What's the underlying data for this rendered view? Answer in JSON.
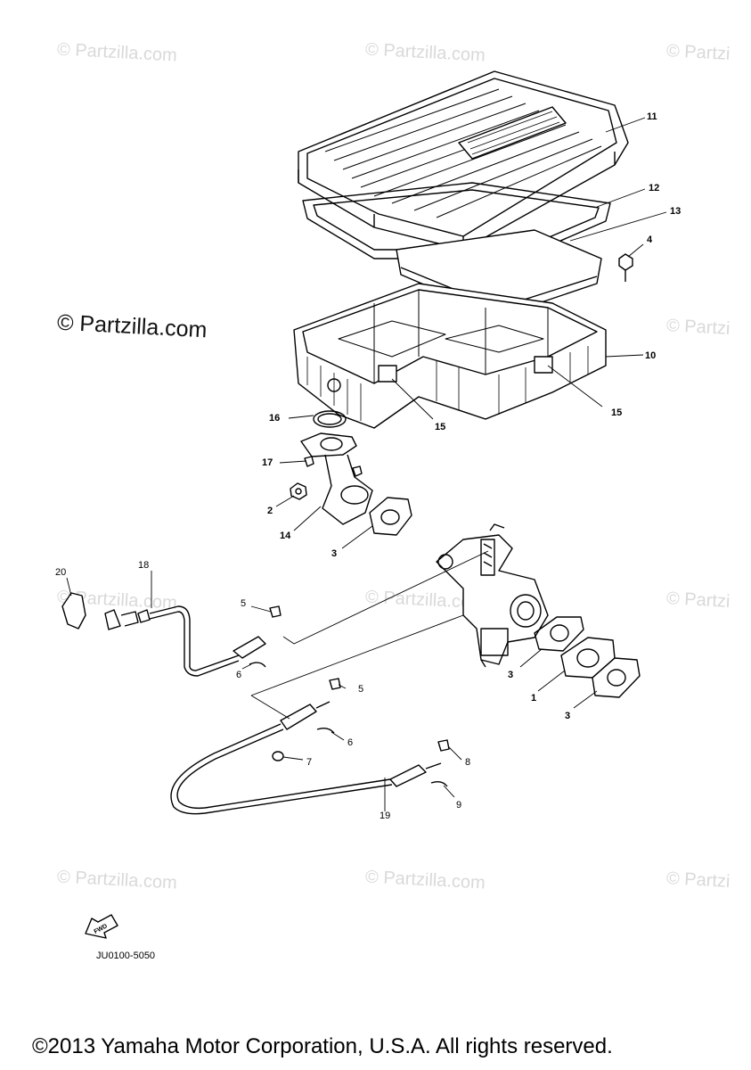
{
  "watermarks": {
    "text": "© Partzilla.com",
    "text_cut": "© Partzi"
  },
  "watermark_prominent": "© Partzilla.com",
  "callouts": {
    "c1": "1",
    "c2": "2",
    "c3a": "3",
    "c3b": "3",
    "c3c": "3",
    "c4": "4",
    "c5a": "5",
    "c5b": "5",
    "c6a": "6",
    "c6b": "6",
    "c7": "7",
    "c8": "8",
    "c9": "9",
    "c10": "10",
    "c11": "11",
    "c12": "12",
    "c13": "13",
    "c14": "14",
    "c15a": "15",
    "c15b": "15",
    "c16": "16",
    "c17": "17",
    "c18": "18",
    "c19": "19",
    "c20": "20"
  },
  "fwd_label": "FWD",
  "diagram_code": "JU0100-5050",
  "copyright": "©2013 Yamaha Motor Corporation, U.S.A. All rights reserved."
}
